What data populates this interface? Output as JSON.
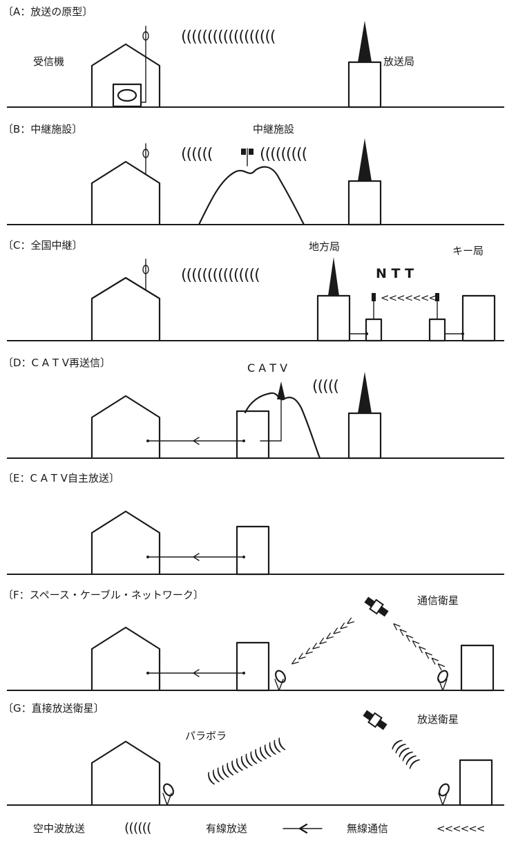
{
  "panels": {
    "a": {
      "title": "〔A：放送の原型〕",
      "receiver": "受信機",
      "station": "放送局",
      "waves": "(((((((((((((((((("
    },
    "b": {
      "title": "〔B：中継施設〕",
      "relay": "中継施設",
      "waves_left": "((((((",
      "waves_right": "((((((((("
    },
    "c": {
      "title": "〔C：全国中継〕",
      "local": "地方局",
      "key": "キー局",
      "ntt": "N T T",
      "waves": "(((((((((((((((",
      "radio": "<<<<<<<"
    },
    "d": {
      "title": "〔D：C A T V再送信〕",
      "catv": "C A T V",
      "waves": "((((("
    },
    "e": {
      "title": "〔E：C A T V自主放送〕"
    },
    "f": {
      "title": "〔F：スペース・ケーブル・ネットワーク〕",
      "satellite": "通信衛星",
      "radio_left": "<<<<<<<<<",
      "radio_right": "<<<<<<<<"
    },
    "g": {
      "title": "〔G：直接放送衛星〕",
      "parabola": "パラボラ",
      "satellite": "放送衛星",
      "waves_long": "((((((((((((((((",
      "waves_short": "(((((("
    }
  },
  "legend": {
    "airwave_label": "空中波放送",
    "airwave_symbol": "((((((",
    "wired_label": "有線放送",
    "wireless_label": "無線通信",
    "wireless_symbol": "<<<<<<"
  }
}
